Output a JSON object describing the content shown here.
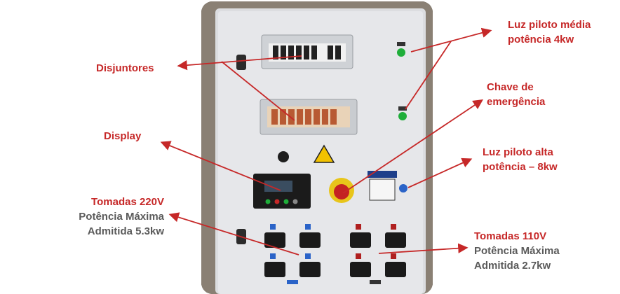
{
  "labels": {
    "luz_media": [
      "Luz piloto média",
      "potência 4kw"
    ],
    "disjuntores": "Disjuntores",
    "chave": [
      "Chave de",
      "emergência"
    ],
    "display": "Display",
    "luz_alta": [
      "Luz piloto alta",
      "potência – 8kw"
    ],
    "tomadas220": {
      "title": "Tomadas 220V",
      "sub": [
        "Potência Máxima",
        "Admitida 5.3kw"
      ]
    },
    "tomadas110": {
      "title": "Tomadas 110V",
      "sub": [
        "Potência Máxima",
        "Admitida 2.7kw"
      ]
    }
  },
  "colors": {
    "label_red": "#c62828",
    "label_gray": "#5a5a5a",
    "arrow": "#c62828"
  }
}
